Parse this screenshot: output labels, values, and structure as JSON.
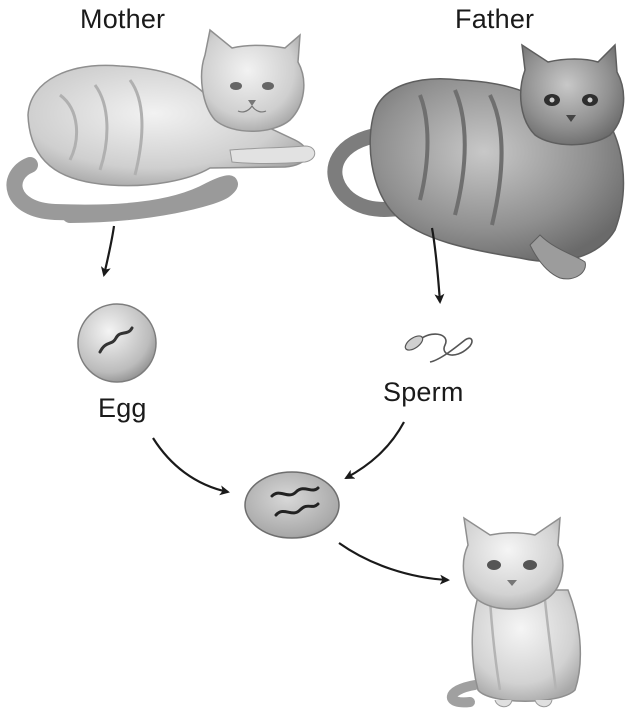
{
  "labels": {
    "mother": "Mother",
    "father": "Father",
    "egg": "Egg",
    "sperm": "Sperm"
  },
  "colors": {
    "arrow": "#1a1a1a",
    "cat_light": "#d9d9d9",
    "cat_dark": "#8c8c8c",
    "cell": "#bdbdbd"
  }
}
